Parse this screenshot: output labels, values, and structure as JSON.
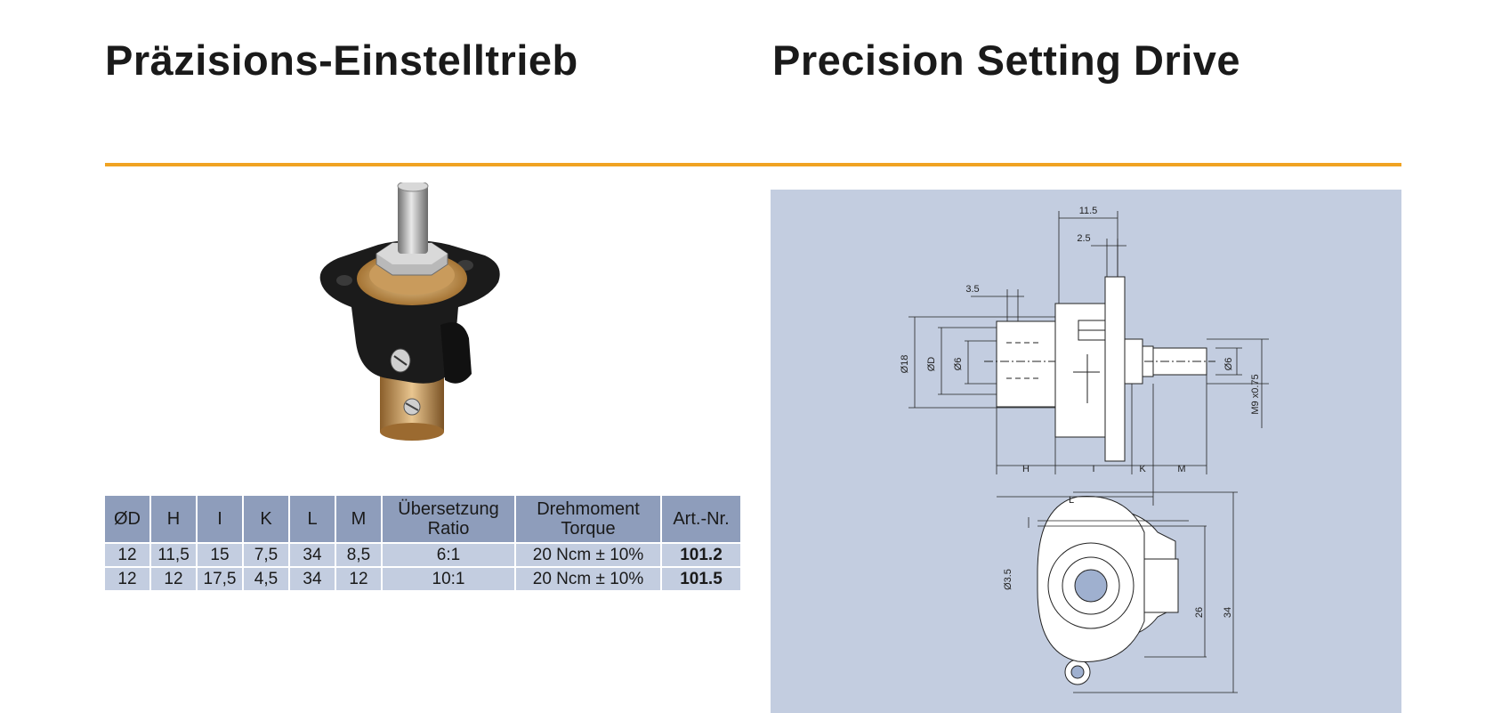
{
  "title_de": "Präzisions-Einstelltrieb",
  "title_en": "Precision Setting Drive",
  "table": {
    "headers": [
      {
        "line1": "ØD",
        "line2": ""
      },
      {
        "line1": "H",
        "line2": ""
      },
      {
        "line1": "I",
        "line2": ""
      },
      {
        "line1": "K",
        "line2": ""
      },
      {
        "line1": "L",
        "line2": ""
      },
      {
        "line1": "M",
        "line2": ""
      },
      {
        "line1": "Übersetzung",
        "line2": "Ratio"
      },
      {
        "line1": "Drehmoment",
        "line2": "Torque"
      },
      {
        "line1": "Art.-Nr.",
        "line2": ""
      }
    ],
    "rows": [
      [
        "12",
        "11,5",
        "15",
        "7,5",
        "34",
        "8,5",
        "6:1",
        "20 Ncm ± 10%",
        "101.2"
      ],
      [
        "12",
        "12",
        "17,5",
        "4,5",
        "34",
        "12",
        "10:1",
        "20 Ncm ± 10%",
        "101.5"
      ]
    ]
  },
  "drawing": {
    "dims": {
      "d_11_5": "11.5",
      "d_2_5": "2.5",
      "d_3_5": "3.5",
      "d_18": "Ø18",
      "d_D": "ØD",
      "d_6_left": "Ø6",
      "d_6_right": "Ø6",
      "d_thread": "M9 x0.75",
      "d_H": "H",
      "d_I": "I",
      "d_K": "K",
      "d_M": "M",
      "d_L": "L",
      "d_3_5_hole": "Ø3.5",
      "d_26": "26",
      "d_34": "34"
    }
  },
  "colors": {
    "accent_rule": "#f0a322",
    "header_bg": "#8e9dbb",
    "row_bg": "#c3cde0",
    "drawing_bg": "#c3cde0"
  }
}
